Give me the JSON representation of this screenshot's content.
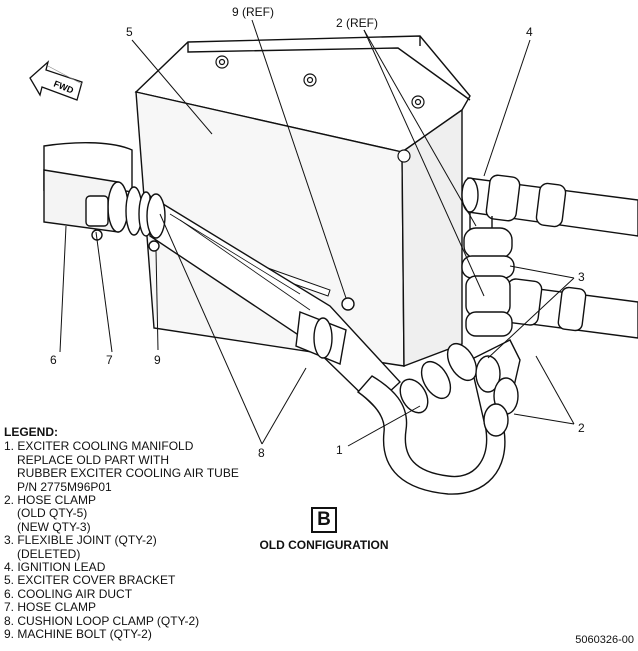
{
  "fwd_label": "FWD",
  "callouts": {
    "c9ref": "9 (REF)",
    "c2ref": "2 (REF)",
    "c5": "5",
    "c4": "4",
    "c3": "3",
    "c2": "2",
    "c1": "1",
    "c8": "8",
    "c6": "6",
    "c7": "7",
    "c9": "9"
  },
  "legend": {
    "title": "LEGEND:",
    "lines": [
      "1. EXCITER COOLING MANIFOLD",
      "REPLACE OLD PART WITH",
      "RUBBER EXCITER COOLING AIR TUBE",
      "P/N 2775M96P01",
      "2. HOSE CLAMP",
      "(OLD QTY-5)",
      "(NEW QTY-3)",
      "3. FLEXIBLE JOINT (QTY-2)",
      "(DELETED)",
      "4. IGNITION LEAD",
      "5. EXCITER COVER BRACKET",
      "6. COOLING AIR DUCT",
      "7. HOSE CLAMP",
      "8. CUSHION LOOP CLAMP (QTY-2)",
      "9. MACHINE BOLT (QTY-2)"
    ]
  },
  "config": {
    "letter": "B",
    "caption": "OLD CONFIGURATION"
  },
  "doc_number": "5060326-00"
}
